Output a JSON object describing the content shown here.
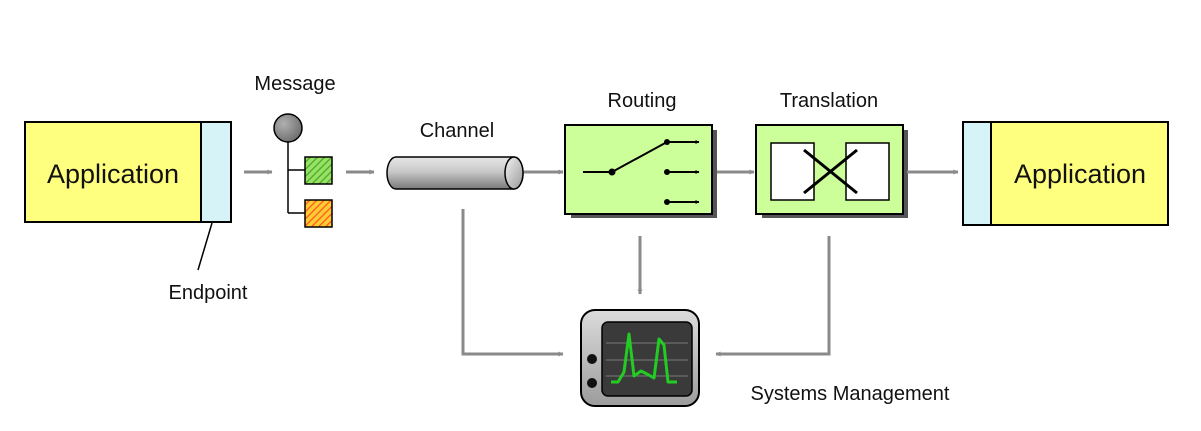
{
  "labels": {
    "app_left": "Application",
    "app_right": "Application",
    "endpoint": "Endpoint",
    "message": "Message",
    "channel": "Channel",
    "routing": "Routing",
    "translation": "Translation",
    "systems_management": "Systems Management"
  },
  "colors": {
    "application_fill": "#ffff7f",
    "endpoint_fill": "#d6f3f7",
    "component_fill": "#ccff99",
    "arrow": "#8a8a8a",
    "signal": "#22cc22",
    "message_green": "#66cc33",
    "message_orange": "#ff6633"
  },
  "icons": [
    "message-icon",
    "channel-pipe-icon",
    "router-switch-icon",
    "translator-cross-icon",
    "monitor-icon"
  ]
}
